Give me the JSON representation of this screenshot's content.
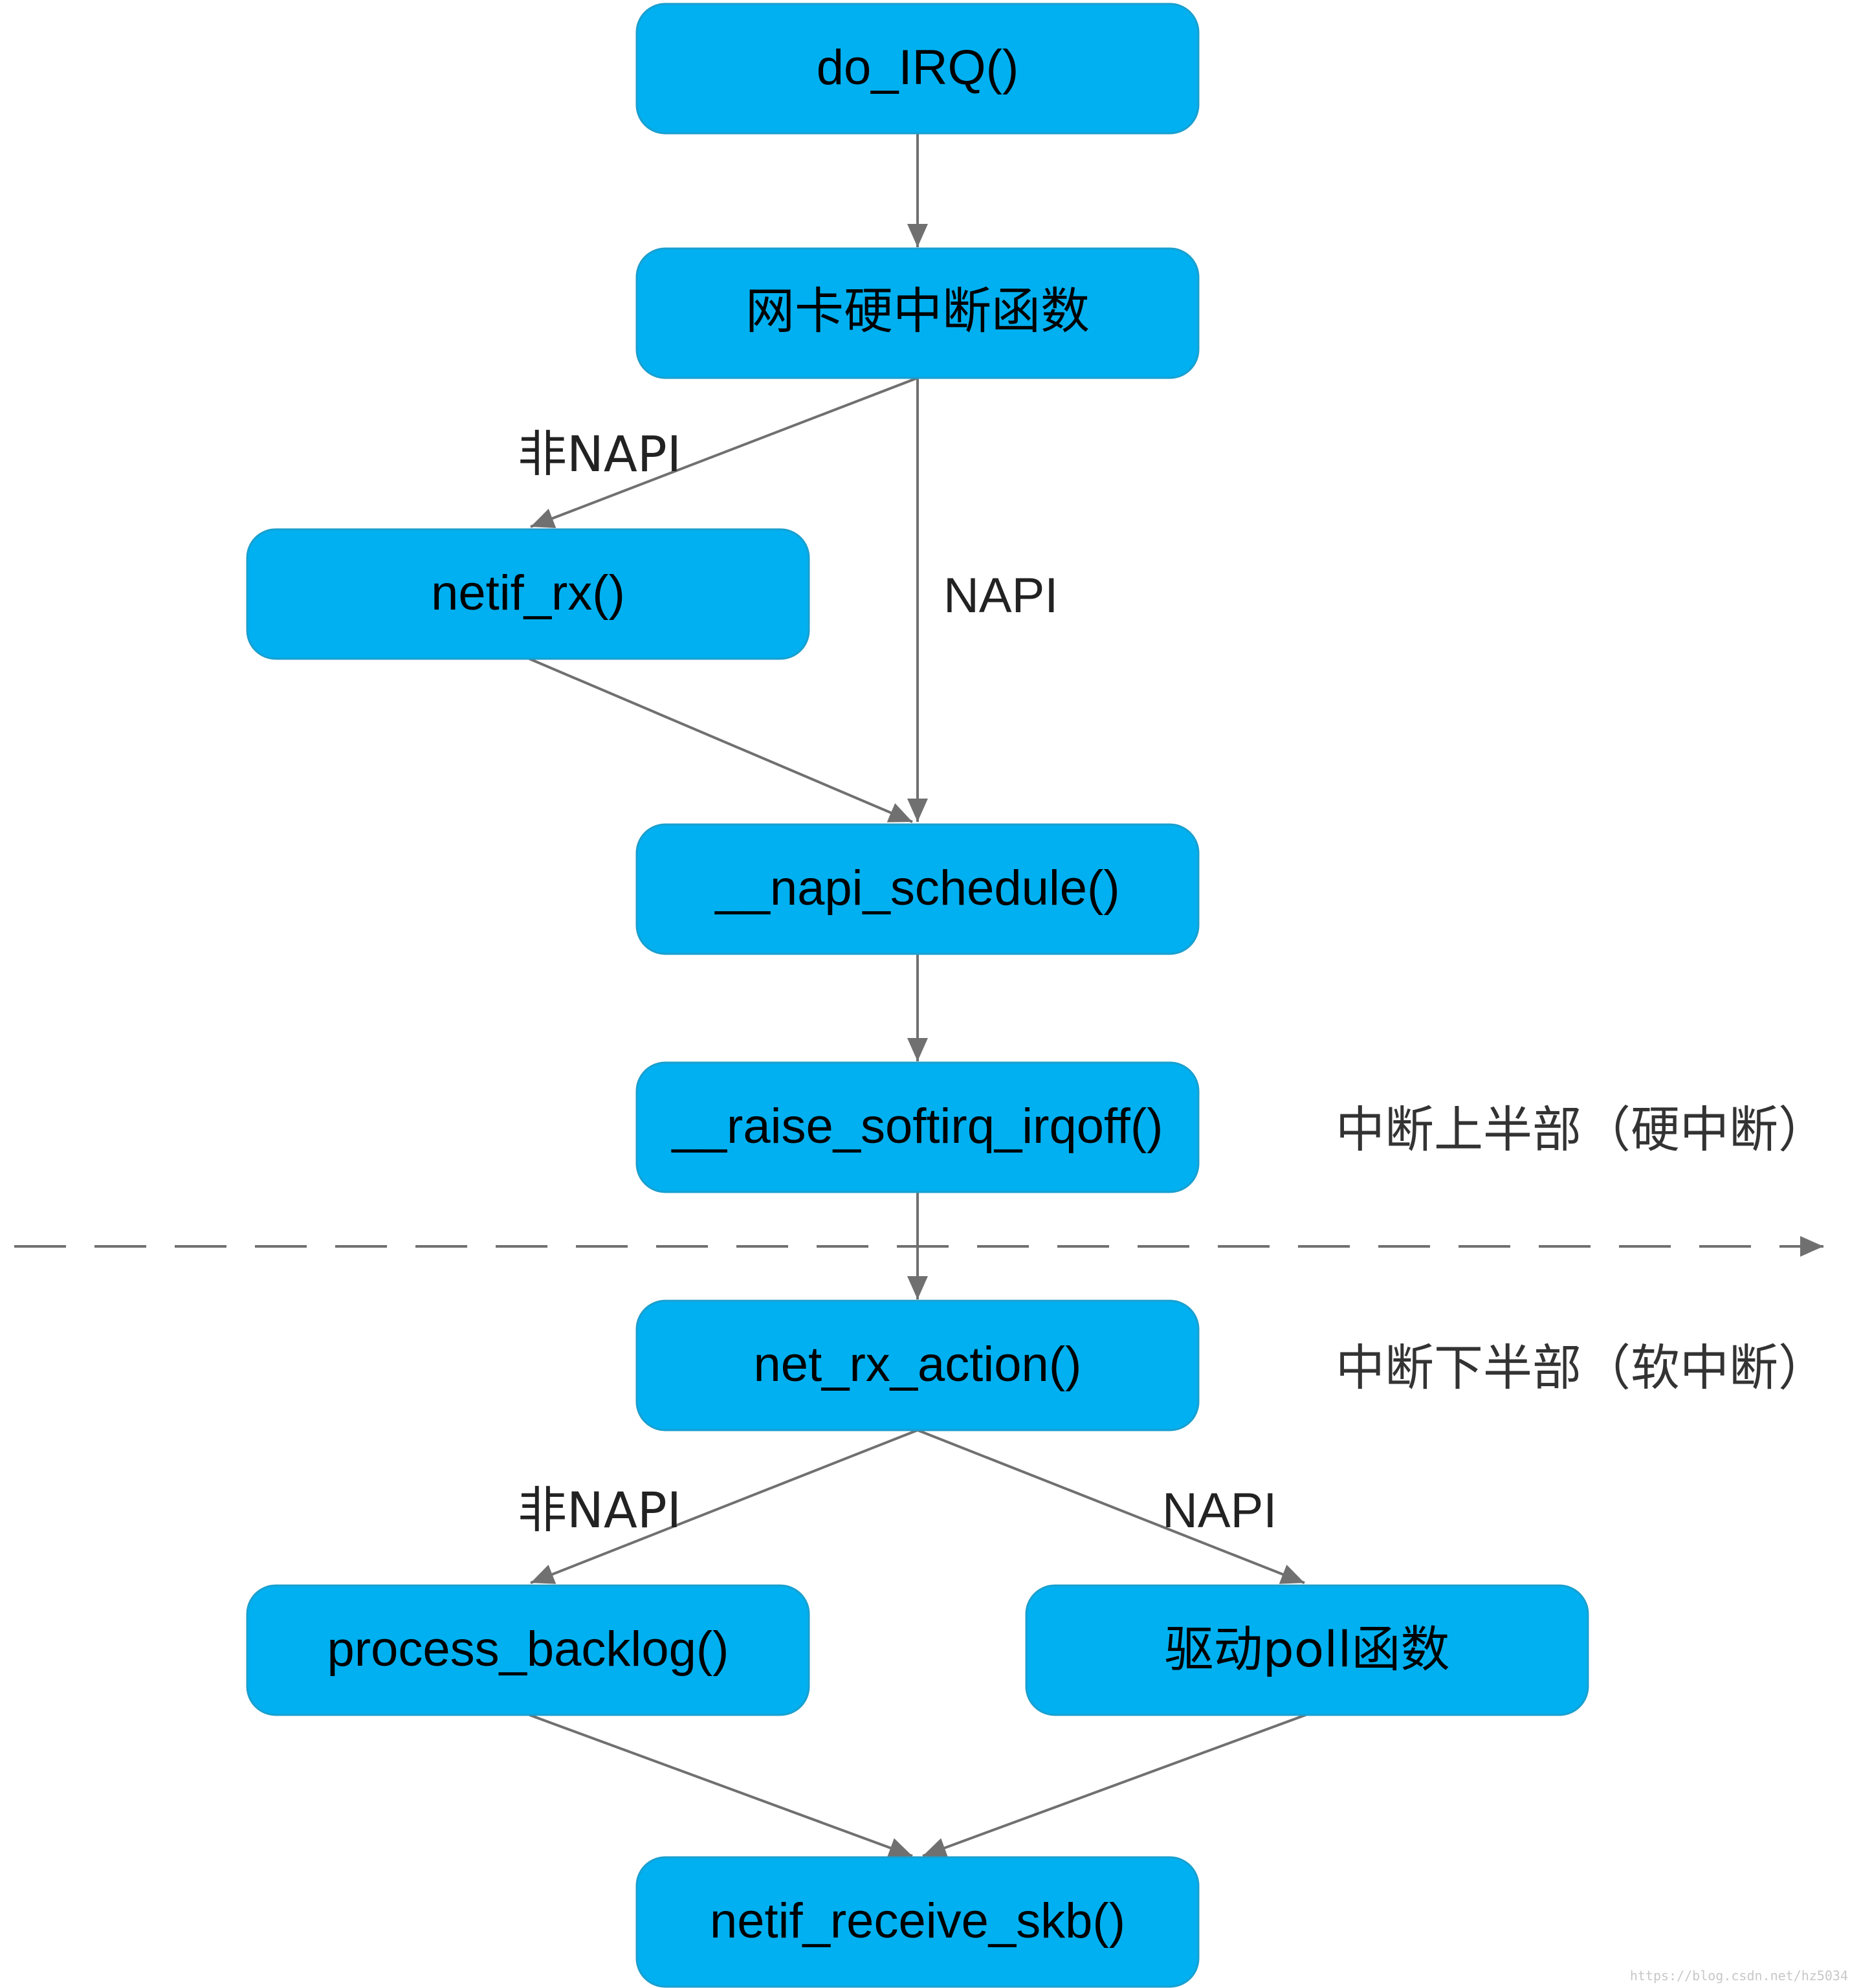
{
  "nodes": {
    "do_irq": "do_IRQ()",
    "nic_hard_irq": "网卡硬中断函数",
    "netif_rx": "netif_rx()",
    "napi_schedule": "__napi_schedule()",
    "raise_softirq": "__raise_softirq_irqoff()",
    "net_rx_action": "net_rx_action()",
    "process_backlog": "process_backlog()",
    "driver_poll": "驱动poll函数",
    "netif_receive_skb": "netif_receive_skb()"
  },
  "edge_labels": {
    "top_non_napi": "非NAPI",
    "top_napi": "NAPI",
    "bottom_non_napi": "非NAPI",
    "bottom_napi": "NAPI"
  },
  "regions": {
    "upper_half": "中断上半部（硬中断）",
    "lower_half": "中断下半部（软中断）"
  },
  "watermark": "https://blog.csdn.net/hz5034"
}
